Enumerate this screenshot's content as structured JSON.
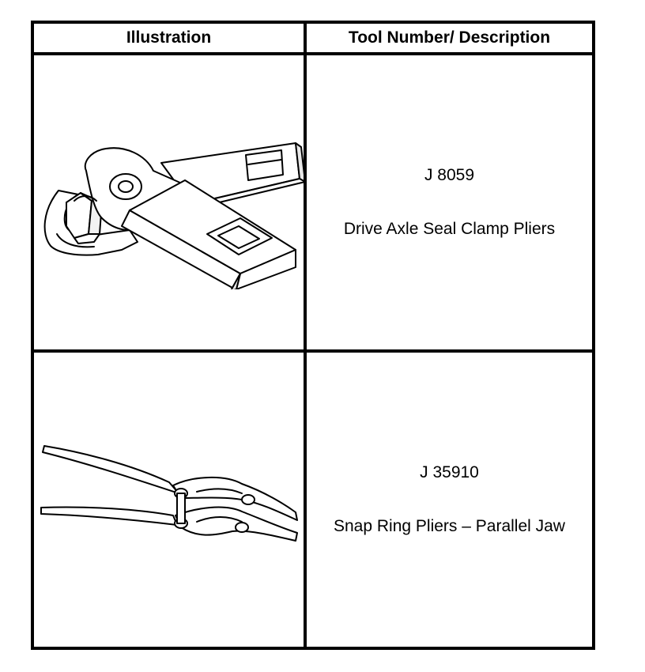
{
  "table": {
    "headers": [
      "Illustration",
      "Tool Number/ Description"
    ],
    "rows": [
      {
        "number": "J 8059",
        "description": "Drive Axle Seal Clamp Pliers",
        "icon": "seal-clamp-pliers-icon"
      },
      {
        "number": "J 35910",
        "description": "Snap Ring Pliers – Parallel Jaw",
        "icon": "snap-ring-pliers-icon"
      }
    ]
  }
}
